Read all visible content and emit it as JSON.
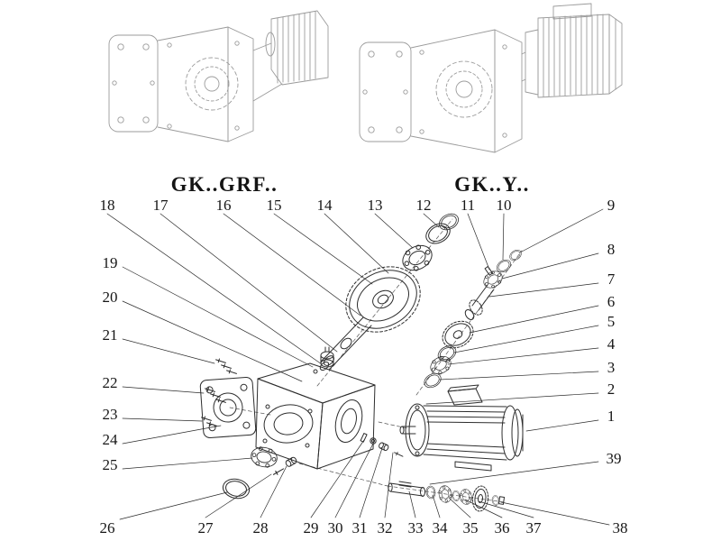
{
  "models": {
    "left": "GK..GRF..",
    "right": "GK..Y.."
  },
  "callouts": {
    "c1": "1",
    "c2": "2",
    "c3": "3",
    "c4": "4",
    "c5": "5",
    "c6": "6",
    "c7": "7",
    "c8": "8",
    "c9": "9",
    "c10": "10",
    "c11": "11",
    "c12": "12",
    "c13": "13",
    "c14": "14",
    "c15": "15",
    "c16": "16",
    "c17": "17",
    "c18": "18",
    "c19": "19",
    "c20": "20",
    "c21": "21",
    "c22": "22",
    "c23": "23",
    "c24": "24",
    "c25": "25",
    "c26": "26",
    "c27": "27",
    "c28": "28",
    "c29": "29",
    "c30": "30",
    "c31": "31",
    "c32": "32",
    "c33": "33",
    "c34": "34",
    "c35": "35",
    "c36": "36",
    "c37": "37",
    "c38": "38",
    "c39": "39"
  },
  "colors": {
    "background": "#ffffff",
    "line": "#2e2e2e",
    "faded_line": "#9b9b9b"
  }
}
